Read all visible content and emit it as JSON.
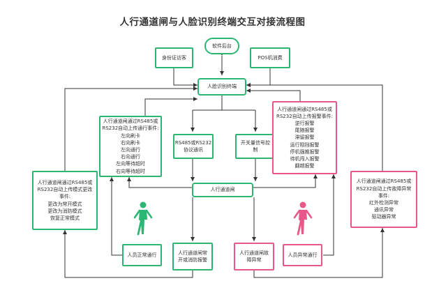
{
  "title": "人行通道闸与人脸识别终端交互对接流程图",
  "colors": {
    "green": "#2bb673",
    "pink": "#e8578a",
    "line": "#333333"
  },
  "nodes": {
    "backend": "软件后台",
    "id_visitor": "身份证访客",
    "pos": "POS机消费",
    "face_terminal": "人脸识别终端",
    "left_events": [
      "人行通道闸通过RS485或",
      "RS232自动上传通行事件:",
      "左向刷卡",
      "右向刷卡",
      "左向通行",
      "右向通行",
      "左向等待超时",
      "右向等待超时"
    ],
    "rs485": [
      "RS485或RS232",
      "协议通讯"
    ],
    "switch_signal": [
      "开关量信号控",
      "制"
    ],
    "alarm_events": [
      "人行通道闸通过RS485或",
      "RS232自动上传报警事件:",
      "逆行报警",
      "尾随报警",
      "滞留报警",
      "运行阻挡报警",
      "停机强推报警",
      "待机闯入报警",
      "翻越报警"
    ],
    "mode_events": [
      "人行通道闸通过RS485或",
      "RS232自动上传模式更改",
      "事件:",
      "更改为常开模式",
      "更改为消防模式",
      "恢复正常模式"
    ],
    "fault_events": [
      "人行通道闸通过RS485或",
      "RS232自动上传故障异常",
      "事件:",
      "红外检测异常",
      "通讯异常",
      "驱动器异常"
    ],
    "gate": "人行通道闸",
    "normal_pass": "人员正常通行",
    "normally_open": [
      "人行通道闸常",
      "开或消防报警"
    ],
    "gate_fault": [
      "人行通道闸故",
      "障异常"
    ],
    "abnormal_pass": "人员异常通行"
  }
}
